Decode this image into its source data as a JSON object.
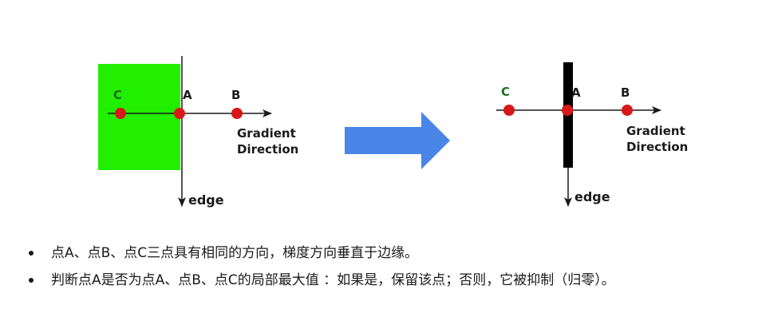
{
  "left_diagram": {
    "label_c": "C",
    "label_a": "A",
    "label_b": "B",
    "direction_line1": "Gradient",
    "direction_line2": "Direction",
    "edge_label": "edge",
    "region_color": "#22ee00"
  },
  "right_diagram": {
    "label_c": "C",
    "label_a": "A",
    "label_b": "B",
    "direction_line1": "Gradient",
    "direction_line2": "Direction",
    "edge_label": "edge",
    "edge_bar_color": "#000000"
  },
  "colors": {
    "point": "#d81818",
    "label_c": "#1f6b1f",
    "arrow": "#4a86e8"
  },
  "bullets": [
    "点A、点B、点C三点具有相同的方向，梯度方向垂直于边缘。",
    "判断点A是否为点A、点B、点C的局部最大值 ：如果是，保留该点；否则，它被抑制（归零）。"
  ]
}
